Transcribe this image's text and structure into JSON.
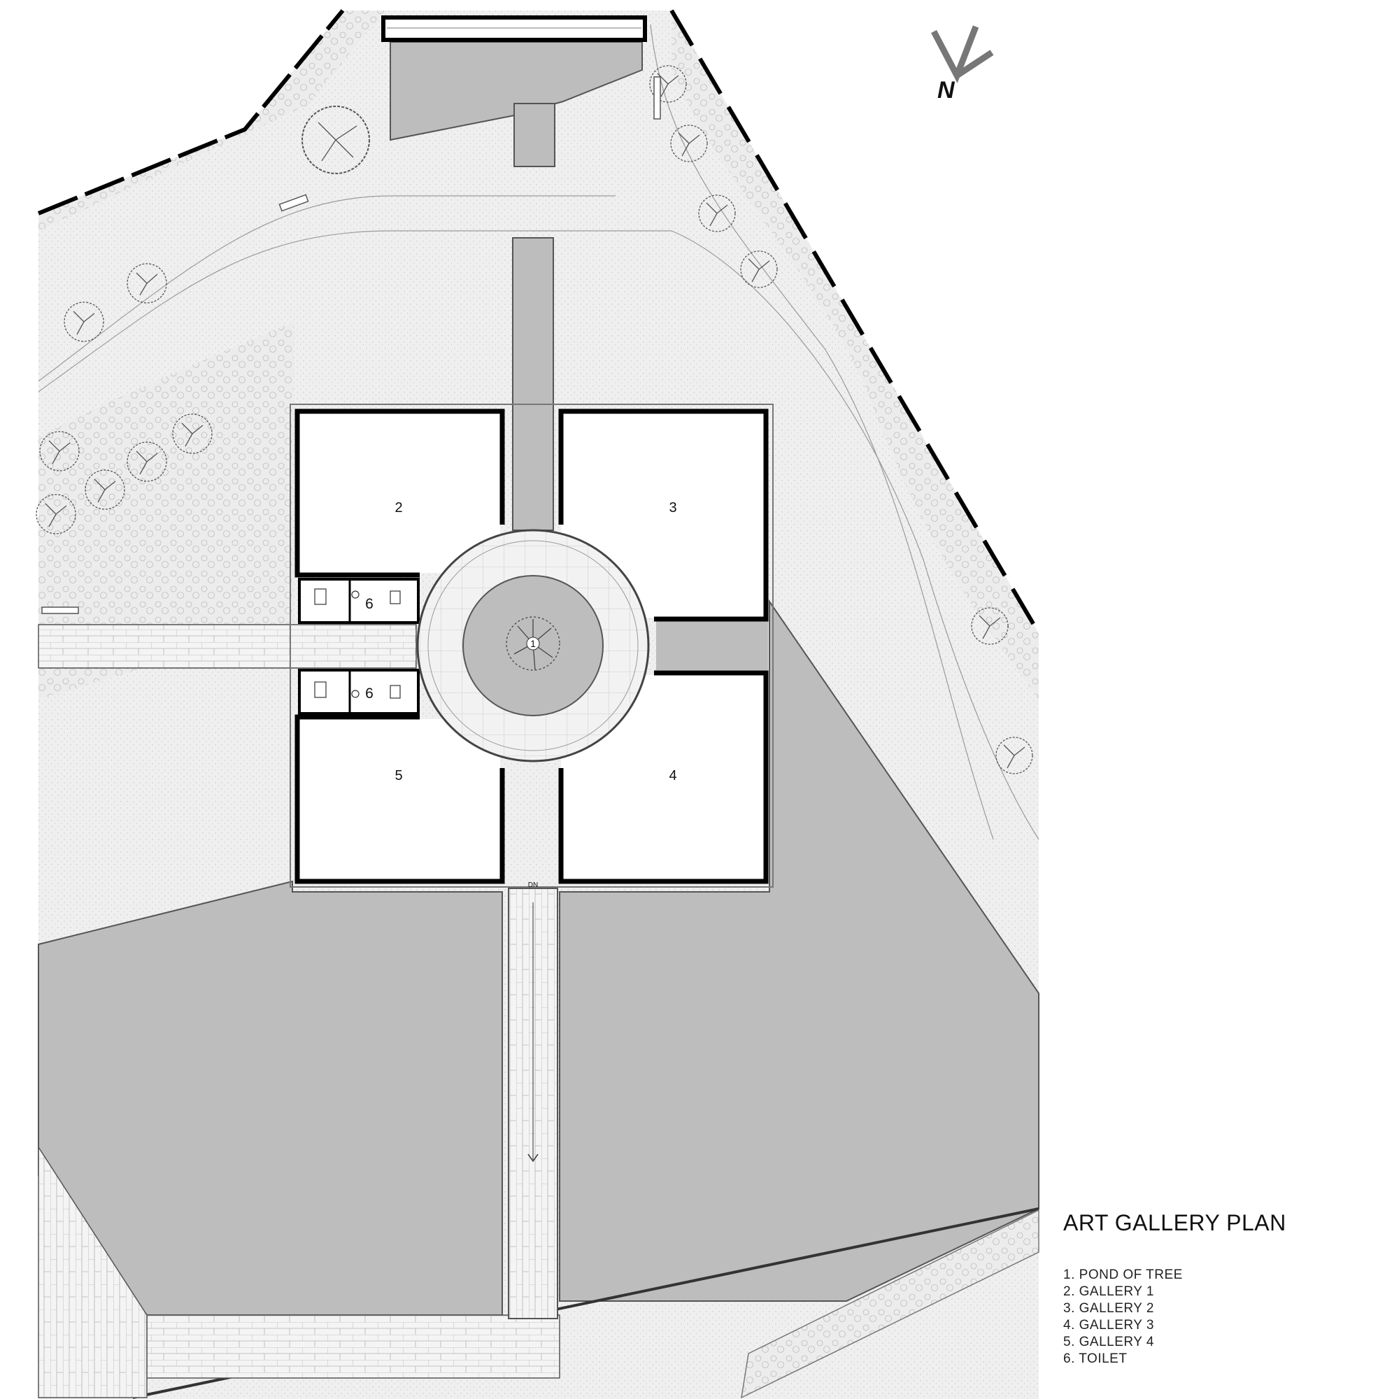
{
  "title": "ART GALLERY PLAN",
  "north_label": "N",
  "legend": [
    {
      "number": "1.",
      "name": "POND OF TREE"
    },
    {
      "number": "2.",
      "name": "GALLERY 1"
    },
    {
      "number": "3.",
      "name": "GALLERY 2"
    },
    {
      "number": "4.",
      "name": "GALLERY 3"
    },
    {
      "number": "5.",
      "name": "GALLERY 4"
    },
    {
      "number": "6.",
      "name": "TOILET"
    }
  ],
  "plan_labels": {
    "pond": "1",
    "gallery_1": "2",
    "gallery_2": "3",
    "gallery_3": "4",
    "gallery_4": "5",
    "toilet_north": "6",
    "toilet_south": "6",
    "stair": "DN"
  },
  "colors": {
    "paving": "#ececec",
    "water": "#bdbdbd",
    "wall": "#000000",
    "gallery_floor": "#ffffff"
  }
}
